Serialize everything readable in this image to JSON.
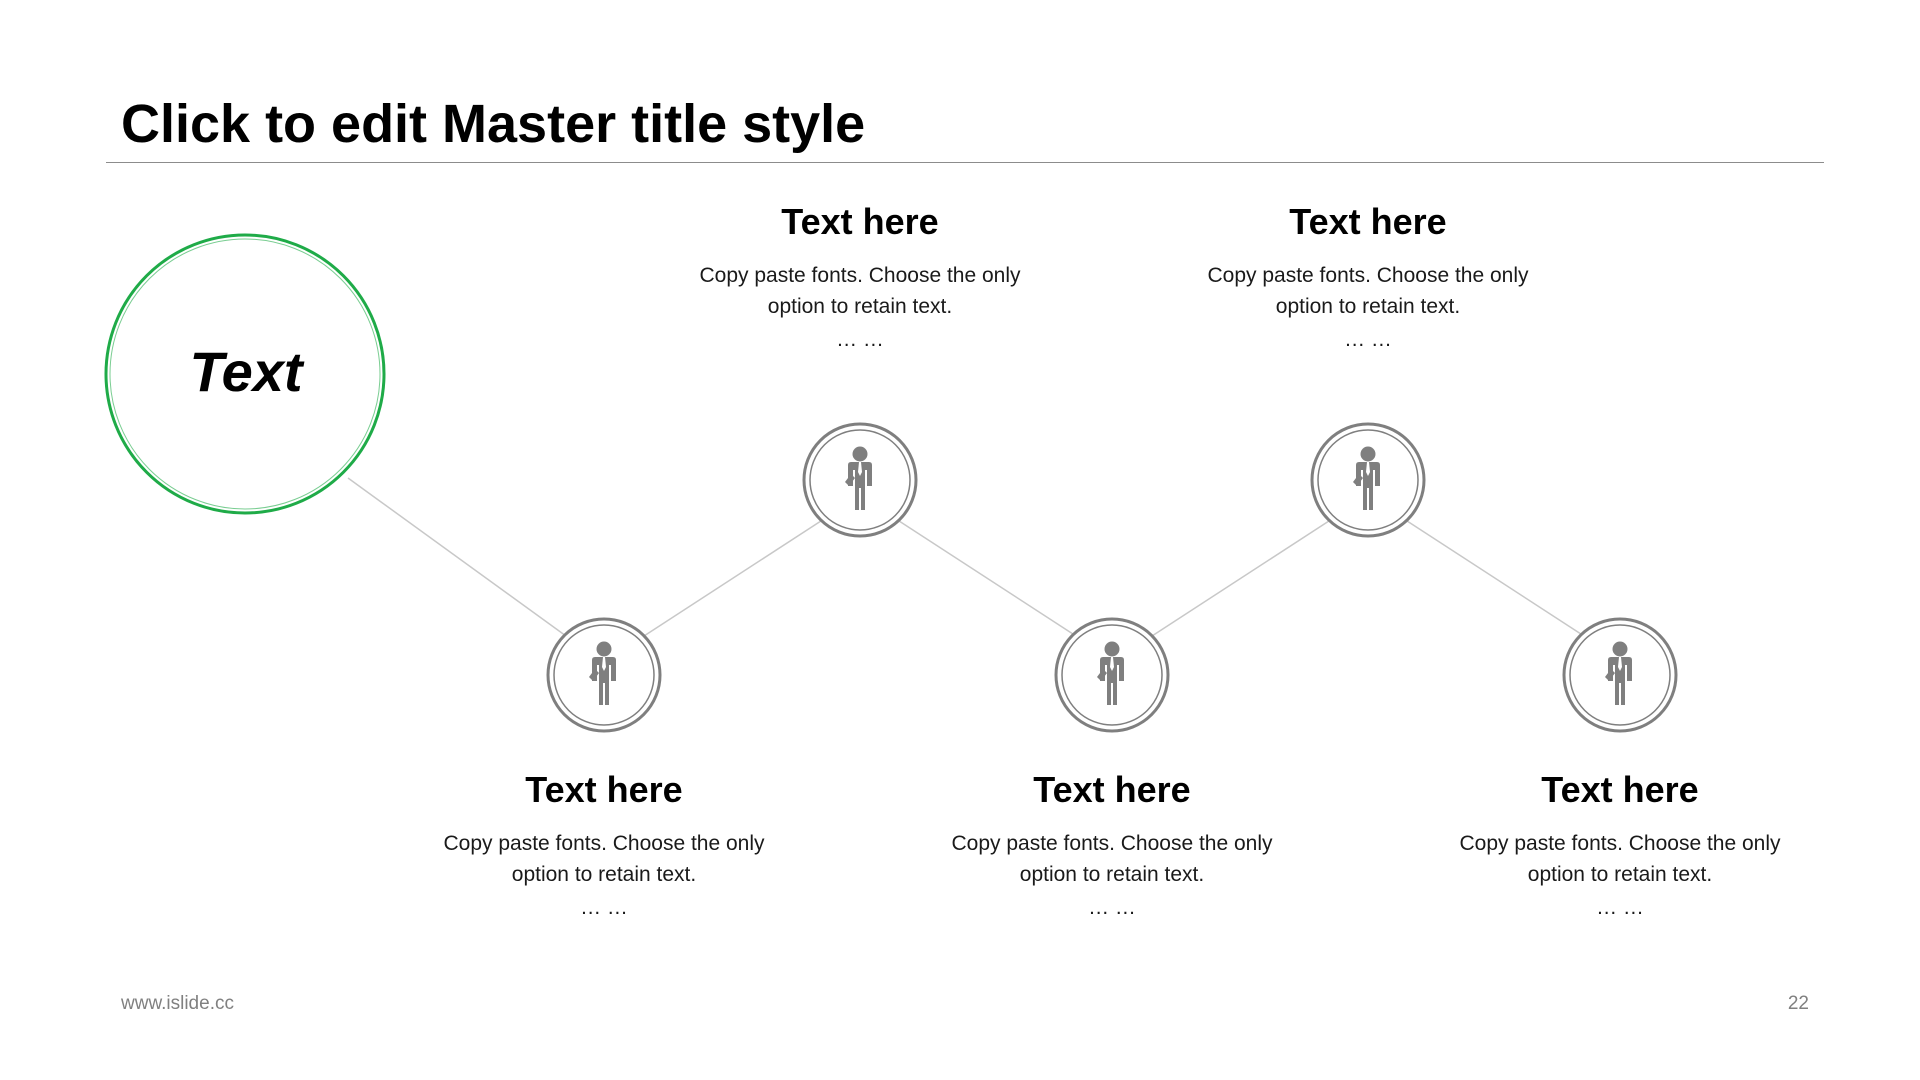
{
  "slide": {
    "title": "Click to edit Master title style",
    "center_label": "Text",
    "footer_url": "www.islide.cc",
    "page_number": "22"
  },
  "colors": {
    "accent": "#1fab48",
    "node_stroke": "#7f7f7f",
    "connector": "#c8c8c8",
    "icon": "#7f7f7f"
  },
  "nodes": [
    {
      "icon": "businessman-icon",
      "title": "Text here",
      "body_line1": "Copy paste fonts. Choose the only",
      "body_line2": "option to retain text.",
      "dots": "… …"
    },
    {
      "icon": "businessman-icon",
      "title": "Text here",
      "body_line1": "Copy paste fonts. Choose the only",
      "body_line2": "option to retain text.",
      "dots": "… …"
    },
    {
      "icon": "businessman-icon",
      "title": "Text here",
      "body_line1": "Copy paste fonts. Choose the only",
      "body_line2": "option to retain text.",
      "dots": "… …"
    },
    {
      "icon": "businessman-icon",
      "title": "Text here",
      "body_line1": "Copy paste fonts. Choose the only",
      "body_line2": "option to retain text.",
      "dots": "… …"
    },
    {
      "icon": "businessman-icon",
      "title": "Text here",
      "body_line1": "Copy paste fonts. Choose the only",
      "body_line2": "option to retain text.",
      "dots": "… …"
    }
  ]
}
